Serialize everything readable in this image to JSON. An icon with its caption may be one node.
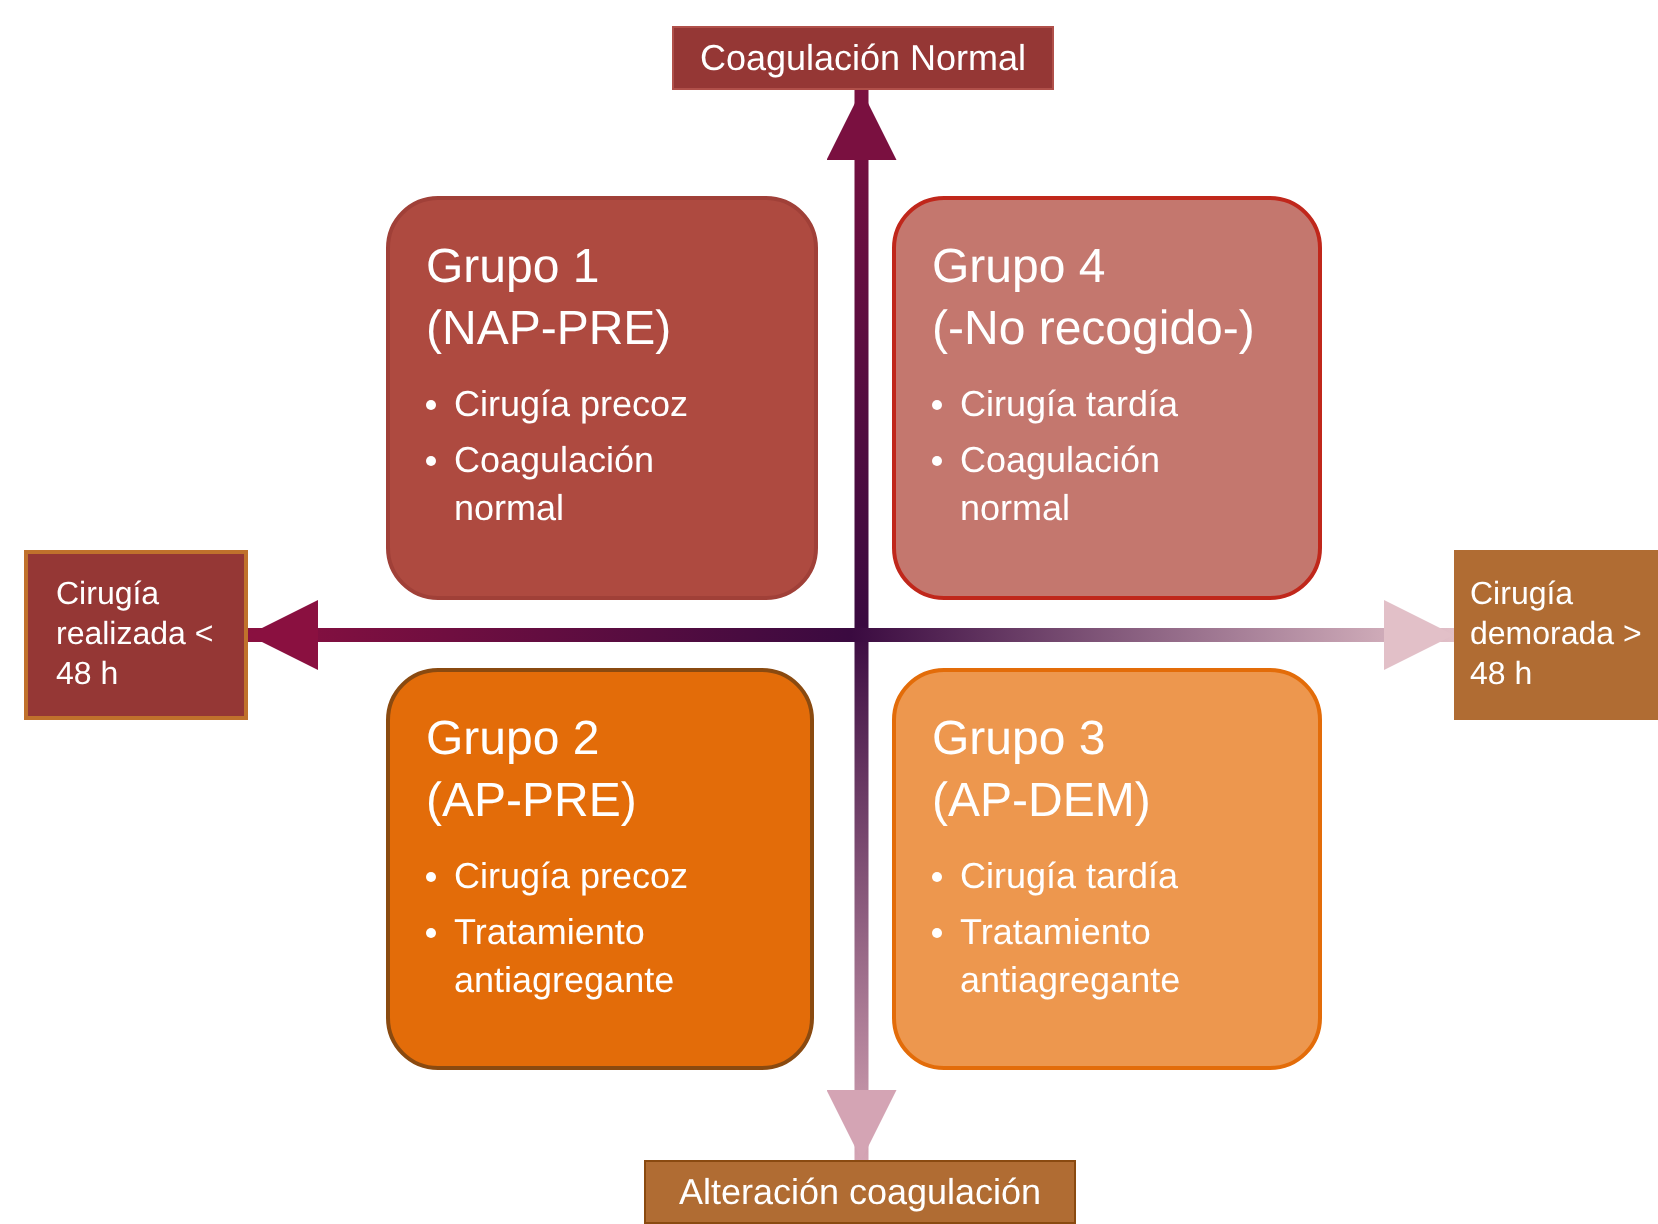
{
  "diagram": {
    "nodes": [
      {
        "text": [
          "Coagulación Normal"
        ]
      },
      {
        "text": [
          "Grupo 1",
          "(NAP-PRE)",
          "Cirugía precoz",
          "Coagulación normal"
        ]
      },
      {
        "text": [
          "Grupo 4",
          "(-No recogido-)",
          "Cirugía tardía",
          "Coagulación normal"
        ]
      },
      {
        "text": [
          "Cirugía realizada < 48 h"
        ]
      },
      {
        "text": [
          "Cirugía demorada > 48 h"
        ]
      },
      {
        "text": [
          "Grupo 2",
          "(AP-PRE)",
          "Cirugía precoz",
          "Tratamiento antiagregante"
        ]
      },
      {
        "text": [
          "Grupo 3",
          "(AP-DEM)",
          "Cirugía tardía",
          "Tratamiento antiagregante"
        ]
      },
      {
        "text": [
          "Alteración coagulación"
        ]
      }
    ],
    "edges": [
      {
        "from": 7,
        "to": 0,
        "arrow": "both"
      },
      {
        "from": 3,
        "to": 4,
        "arrow": "both"
      }
    ]
  }
}
